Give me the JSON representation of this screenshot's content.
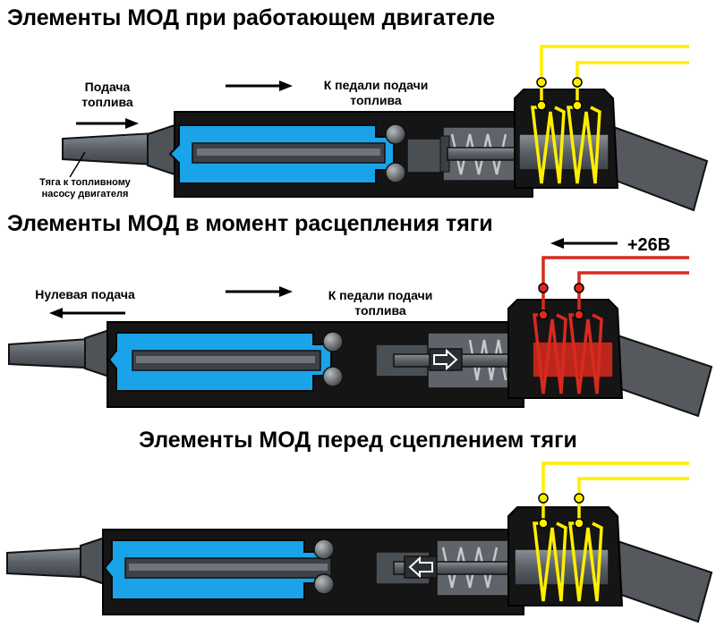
{
  "panels": [
    {
      "title": "Элементы МОД при работающем двигателе",
      "labels": {
        "supply_line1": "Подача",
        "supply_line2": "топлива",
        "pedal_line1": "К педали подачи",
        "pedal_line2": "топлива",
        "rod_line1": "Тяга к топливному",
        "rod_line2": "насосу двигателя"
      },
      "coil_color": "#ffee00"
    },
    {
      "title": "Элементы МОД в момент расцепления тяги",
      "labels": {
        "voltage": "+26В",
        "zero_supply": "Нулевая подача",
        "pedal_line1": "К педали подачи",
        "pedal_line2": "топлива"
      },
      "coil_color": "#d82a1e"
    },
    {
      "title": "Элементы МОД перед сцеплением тяги",
      "coil_color": "#ffee00"
    }
  ],
  "colors": {
    "housing": "#151515",
    "fuel_chamber": "#1aa3e8",
    "rod": "#5f656c",
    "spring": "#c8c8c8",
    "ball": "#6b7076"
  }
}
